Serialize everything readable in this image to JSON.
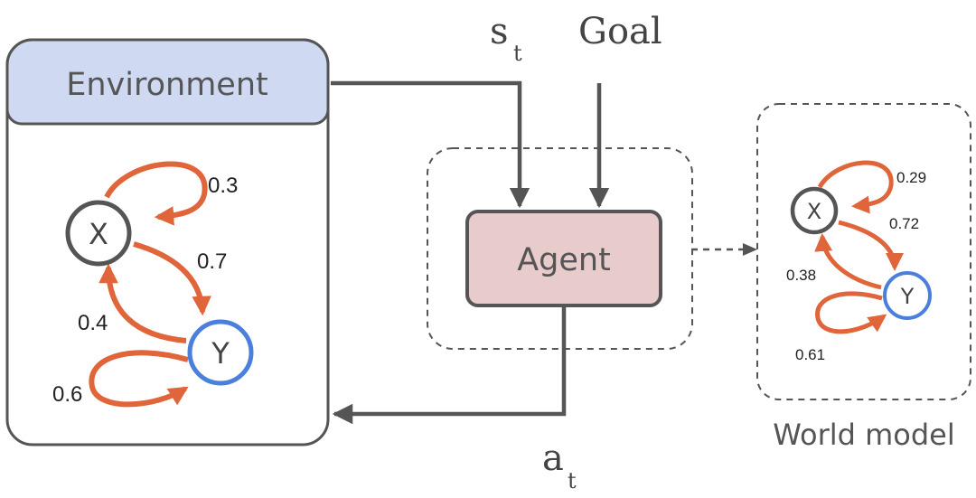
{
  "environment": {
    "title": "Environment",
    "node_x": "X",
    "node_y": "Y",
    "p_xx": "0.3",
    "p_xy": "0.7",
    "p_yx": "0.4",
    "p_yy": "0.6"
  },
  "agent": {
    "label": "Agent"
  },
  "inputs": {
    "state": "s",
    "state_sub": "t",
    "goal": "Goal"
  },
  "output": {
    "action": "a",
    "action_sub": "t"
  },
  "world_model": {
    "title": "World model",
    "node_x": "X",
    "node_y": "Y",
    "p_xx": "0.29",
    "p_xy": "0.72",
    "p_yx": "0.38",
    "p_yy": "0.61"
  },
  "colors": {
    "orange": "#e0653a",
    "env_header": "#cfdaf2",
    "agent_fill": "#e8cccc",
    "node_y_stroke": "#4a7fdb",
    "line": "#555555"
  }
}
